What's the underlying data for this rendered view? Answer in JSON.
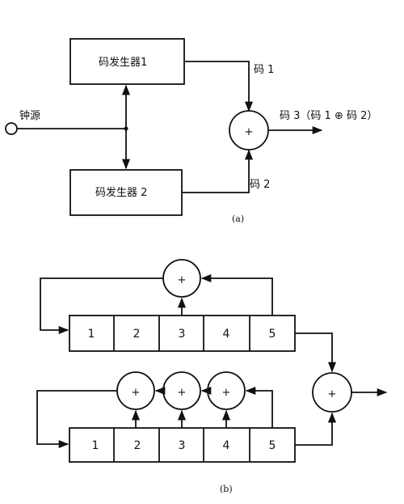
{
  "part_a": {
    "clock_label": "钟源",
    "generator_1": "码发生器1",
    "generator_2": "码发生器 2",
    "code_1": "码 1",
    "code_2": "码 2",
    "code_3": "码 3（码 1 ⊕ 码 2）",
    "adder_symbol": "+",
    "caption": "(a)"
  },
  "part_b": {
    "register_top": [
      "1",
      "2",
      "3",
      "4",
      "5"
    ],
    "register_bottom": [
      "1",
      "2",
      "3",
      "4",
      "5"
    ],
    "adder_symbol": "+",
    "caption": "(b)"
  }
}
